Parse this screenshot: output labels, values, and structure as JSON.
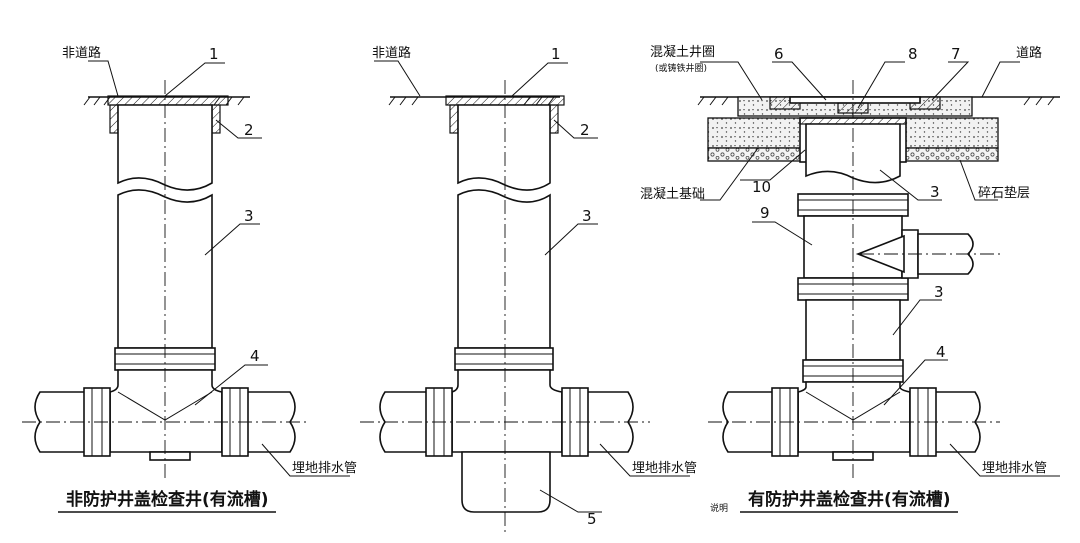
{
  "diagram": {
    "left": {
      "caption": "非防护井盖检查井(有流槽)",
      "label_ground": "非道路",
      "label_pipe": "埋地排水管",
      "callouts": [
        "1",
        "2",
        "3",
        "4"
      ]
    },
    "middle": {
      "label_ground": "非道路",
      "label_pipe": "埋地排水管",
      "callouts": [
        "1",
        "2",
        "3",
        "5"
      ],
      "stray_mark": "说明"
    },
    "right": {
      "caption": "有防护井盖检查井(有流槽)",
      "label_ring": "混凝土井圈",
      "label_ring_sub": "(或铸铁井圈)",
      "label_road": "道路",
      "label_base": "混凝土基础",
      "label_gravel": "碎石垫层",
      "label_pipe": "埋地排水管",
      "callouts": [
        "6",
        "8",
        "7",
        "10",
        "3",
        "9",
        "3",
        "4"
      ]
    }
  },
  "colors": {
    "line": "#111111",
    "background": "#ffffff"
  }
}
